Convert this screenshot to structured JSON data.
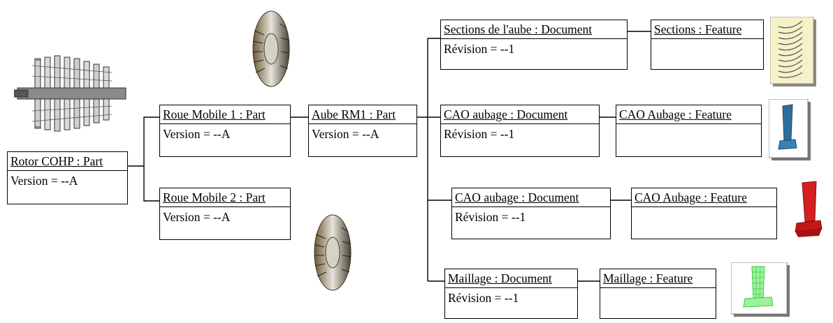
{
  "nodes": {
    "rotor": {
      "title": "Rotor COHP : Part",
      "attr": "Version = --A"
    },
    "roue1": {
      "title": "Roue Mobile 1 : Part",
      "attr": "Version = --A"
    },
    "roue2": {
      "title": "Roue Mobile 2 : Part",
      "attr": "Version = --A"
    },
    "aube": {
      "title": "Aube RM1 : Part",
      "attr": "Version = --A"
    },
    "sections_doc": {
      "title": "Sections de l'aube : Document",
      "attr": "Révision = --1"
    },
    "sections_feat": {
      "title": "Sections : Feature",
      "attr": ""
    },
    "cao1_doc": {
      "title": "CAO aubage : Document",
      "attr": "Révision = --1"
    },
    "cao1_feat": {
      "title": "CAO Aubage : Feature",
      "attr": ""
    },
    "cao2_doc": {
      "title": "CAO aubage : Document",
      "attr": "Révision = --1"
    },
    "cao2_feat": {
      "title": "CAO Aubage : Feature",
      "attr": ""
    },
    "maillage_doc": {
      "title": "Maillage : Document",
      "attr": "Révision = --1"
    },
    "maillage_feat": {
      "title": "Maillage : Feature",
      "attr": ""
    }
  },
  "images": {
    "rotor": "rotor-assembly-image",
    "wheel1": "bladed-wheel-image",
    "wheel2": "bladed-wheel-image",
    "sections": "blade-sections-image",
    "cao_blue": "blue-blade-cad-image",
    "cao_red": "red-blade-cad-image",
    "mesh": "green-mesh-blade-image"
  },
  "colors": {
    "blue_blade": "#2d6f9c",
    "red_blade": "#d42020",
    "mesh_green": "#2fd13a",
    "sections_bg": "#f6f2c8"
  }
}
